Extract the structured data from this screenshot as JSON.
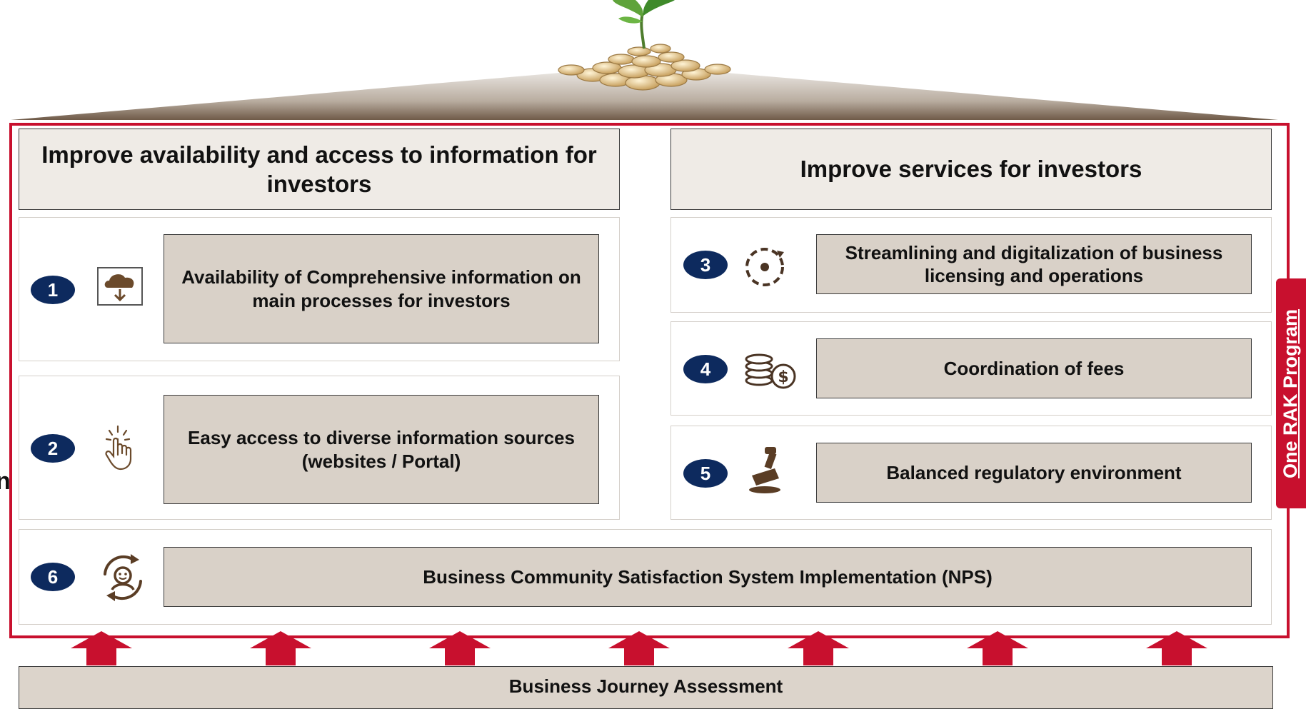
{
  "pillars": [
    {
      "title": "Improve availability and access to information for investors"
    },
    {
      "title": "Improve services for investors"
    }
  ],
  "initiatives": [
    {
      "number": "1",
      "label": "Availability of Comprehensive information on main processes for investors",
      "icon": "cloud-download-icon"
    },
    {
      "number": "2",
      "label": "Easy access to diverse information sources (websites / Portal)",
      "icon": "hand-tap-icon"
    },
    {
      "number": "3",
      "label": "Streamlining and digitalization of business licensing and operations",
      "icon": "circular-process-icon"
    },
    {
      "number": "4",
      "label": "Coordination of fees",
      "icon": "coins-dollar-icon"
    },
    {
      "number": "5",
      "label": "Balanced regulatory environment",
      "icon": "stamp-icon"
    },
    {
      "number": "6",
      "label": "Business Community Satisfaction System Implementation (NPS)",
      "icon": "satisfaction-cycle-icon"
    }
  ],
  "side_tab": "One RAK Program",
  "foundation": "Business Journey Assessment",
  "left_edge_fragment": "n",
  "colors": {
    "frame_red": "#c8102e",
    "badge_navy": "#0d2a5e",
    "box_beige": "#d9d1c8",
    "icon_brown": "#6b4a2b"
  }
}
